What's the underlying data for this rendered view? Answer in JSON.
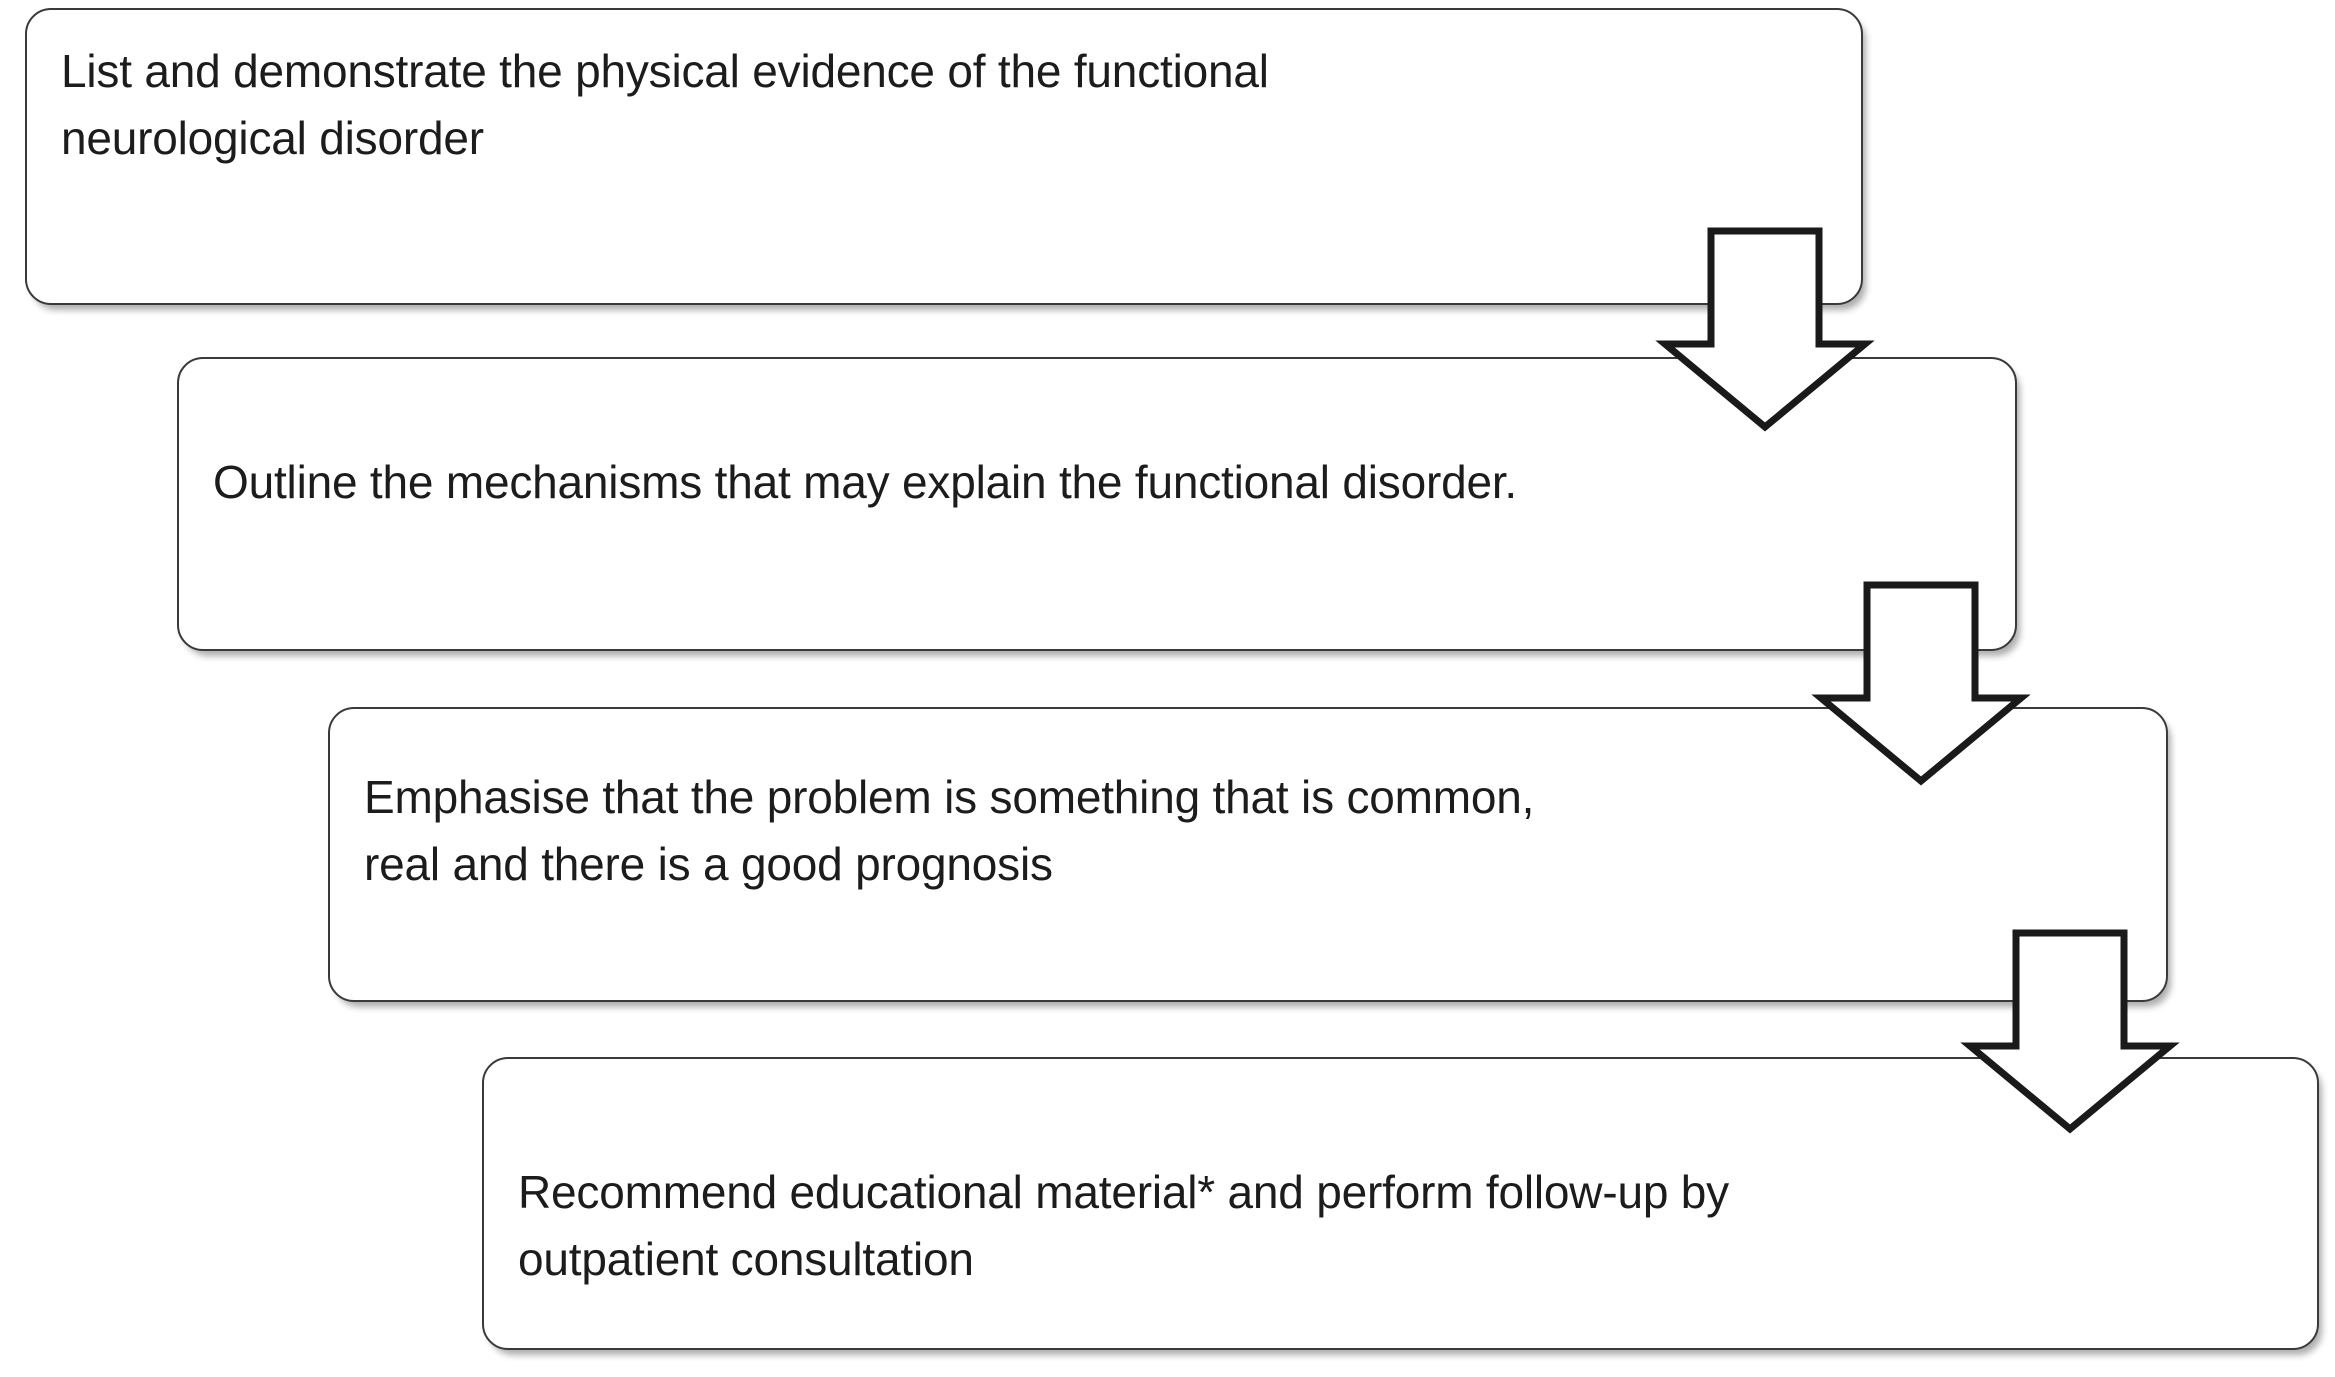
{
  "diagram": {
    "type": "vertical-flowchart",
    "background_color": "#ffffff",
    "box_border_color": "#3a3a3a",
    "arrow_outline_color": "#1a1a1a",
    "arrow_fill_color": "#ffffff",
    "text_color": "#1c1c1c",
    "steps": [
      {
        "id": "step-1",
        "text": "List and demonstrate the physical evidence of the functional\n neurological disorder"
      },
      {
        "id": "step-2",
        "text": "Outline the mechanisms that may explain the functional disorder."
      },
      {
        "id": "step-3",
        "text": "Emphasise that the problem is something that is common,\nreal and there is a good prognosis"
      },
      {
        "id": "step-4",
        "text": "Recommend educational material* and perform follow-up by\noutpatient consultation"
      }
    ],
    "connectors": [
      {
        "id": "arrow-1",
        "from": "step-1",
        "to": "step-2",
        "direction": "down"
      },
      {
        "id": "arrow-2",
        "from": "step-2",
        "to": "step-3",
        "direction": "down"
      },
      {
        "id": "arrow-3",
        "from": "step-3",
        "to": "step-4",
        "direction": "down"
      }
    ]
  }
}
